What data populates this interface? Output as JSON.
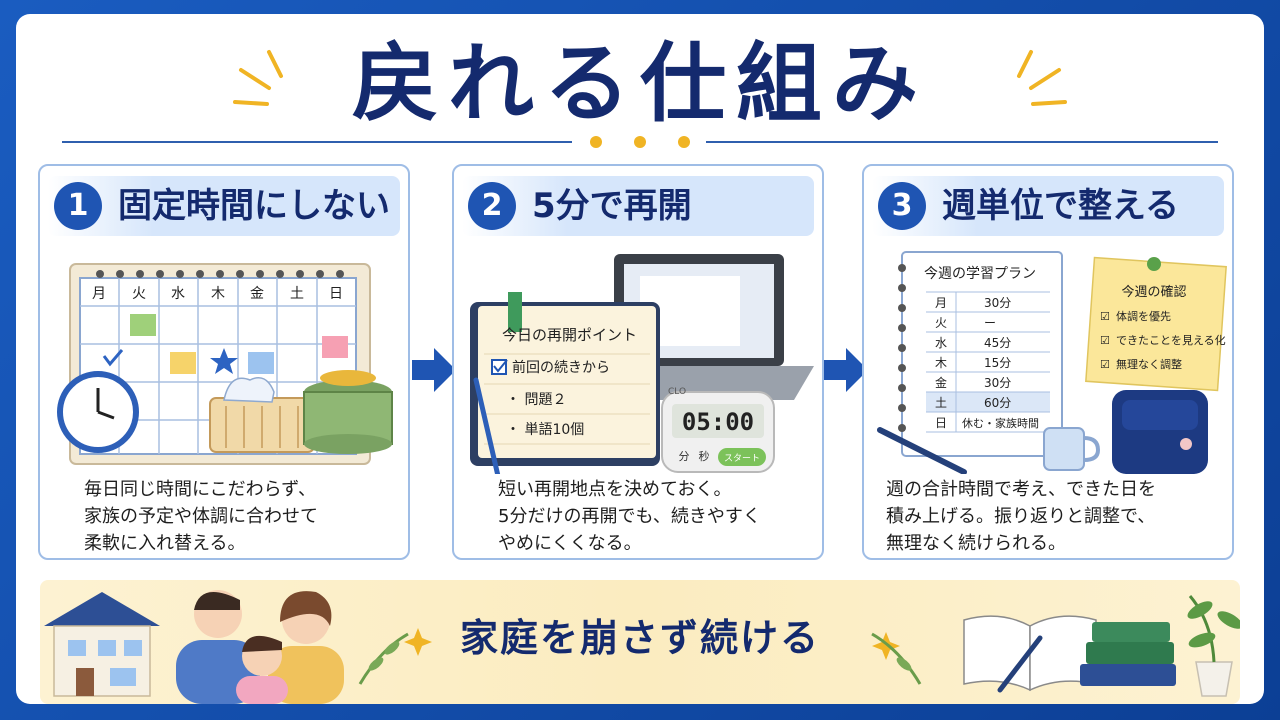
{
  "title": "戻れる仕組み",
  "panels": [
    {
      "number": "1",
      "title": "固定時間にしない",
      "description_lines": [
        "毎日同じ時間にこだわらず、",
        "家族の予定や体調に合わせて",
        "柔軟に入れ替える。"
      ],
      "calendar_days": [
        "月",
        "火",
        "水",
        "木",
        "金",
        "土",
        "日"
      ]
    },
    {
      "number": "2",
      "title": "5分で再開",
      "description_lines": [
        "短い再開地点を決めておく。",
        "5分だけの再開でも、続きやすく",
        "やめにくくなる。"
      ],
      "notebook": {
        "heading": "今日の再開ポイント",
        "items": [
          "前回の続きから",
          "・ 問題２",
          "・ 単語10個"
        ]
      },
      "timer": {
        "display": "05:00",
        "brand": "CLO",
        "btn_min": "分",
        "btn_sec": "秒",
        "btn_start": "スタート"
      }
    },
    {
      "number": "3",
      "title": "週単位で整える",
      "description_lines": [
        "週の合計時間で考え、できた日を",
        "積み上げる。振り返りと調整で、",
        "無理なく続けられる。"
      ],
      "plan": {
        "heading": "今週の学習プラン",
        "rows": [
          {
            "day": "月",
            "value": "30分"
          },
          {
            "day": "火",
            "value": "ー"
          },
          {
            "day": "水",
            "value": "45分"
          },
          {
            "day": "木",
            "value": "15分"
          },
          {
            "day": "金",
            "value": "30分"
          },
          {
            "day": "土",
            "value": "60分"
          },
          {
            "day": "日",
            "value": "休む・家族時間"
          }
        ]
      },
      "memo": {
        "heading": "今週の確認",
        "items": [
          "体調を優先",
          "できたことを見える化",
          "無理なく調整"
        ]
      }
    }
  ],
  "banner": {
    "text": "家庭を崩さず続ける"
  },
  "colors": {
    "navy": "#142a6e",
    "accent_blue": "#1f55b3",
    "gold": "#f0b424",
    "banner_bg": "#fbecc0"
  }
}
